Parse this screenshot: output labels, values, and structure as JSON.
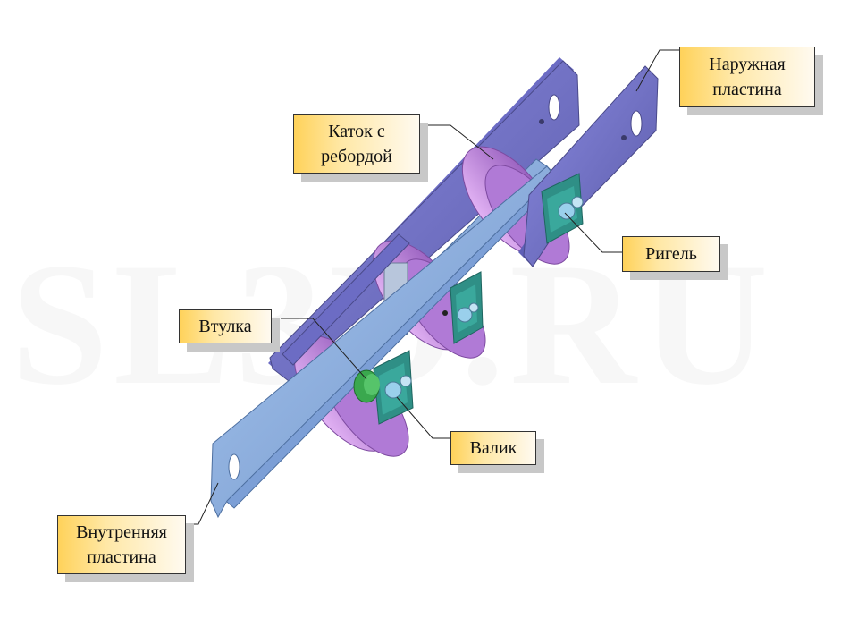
{
  "watermark": "SL3D.RU",
  "labels": {
    "outer_plate": [
      "Наружная",
      "пластина"
    ],
    "flanged_roller": [
      "Каток с",
      "ребордой"
    ],
    "crossbar": [
      "Ригель"
    ],
    "bushing": [
      "Втулка"
    ],
    "pin": [
      "Валик"
    ],
    "inner_plate": [
      "Внутренняя",
      "пластина"
    ]
  },
  "colors": {
    "outer_plate": "#7c7cd2",
    "inner_plate": "#8fb3e6",
    "roller": "#c78ae6",
    "bushing": "#3aa84e",
    "crossbar": "#2f8f86",
    "pin": "#9ad0ec",
    "callout_accent": "#ffd25a"
  }
}
